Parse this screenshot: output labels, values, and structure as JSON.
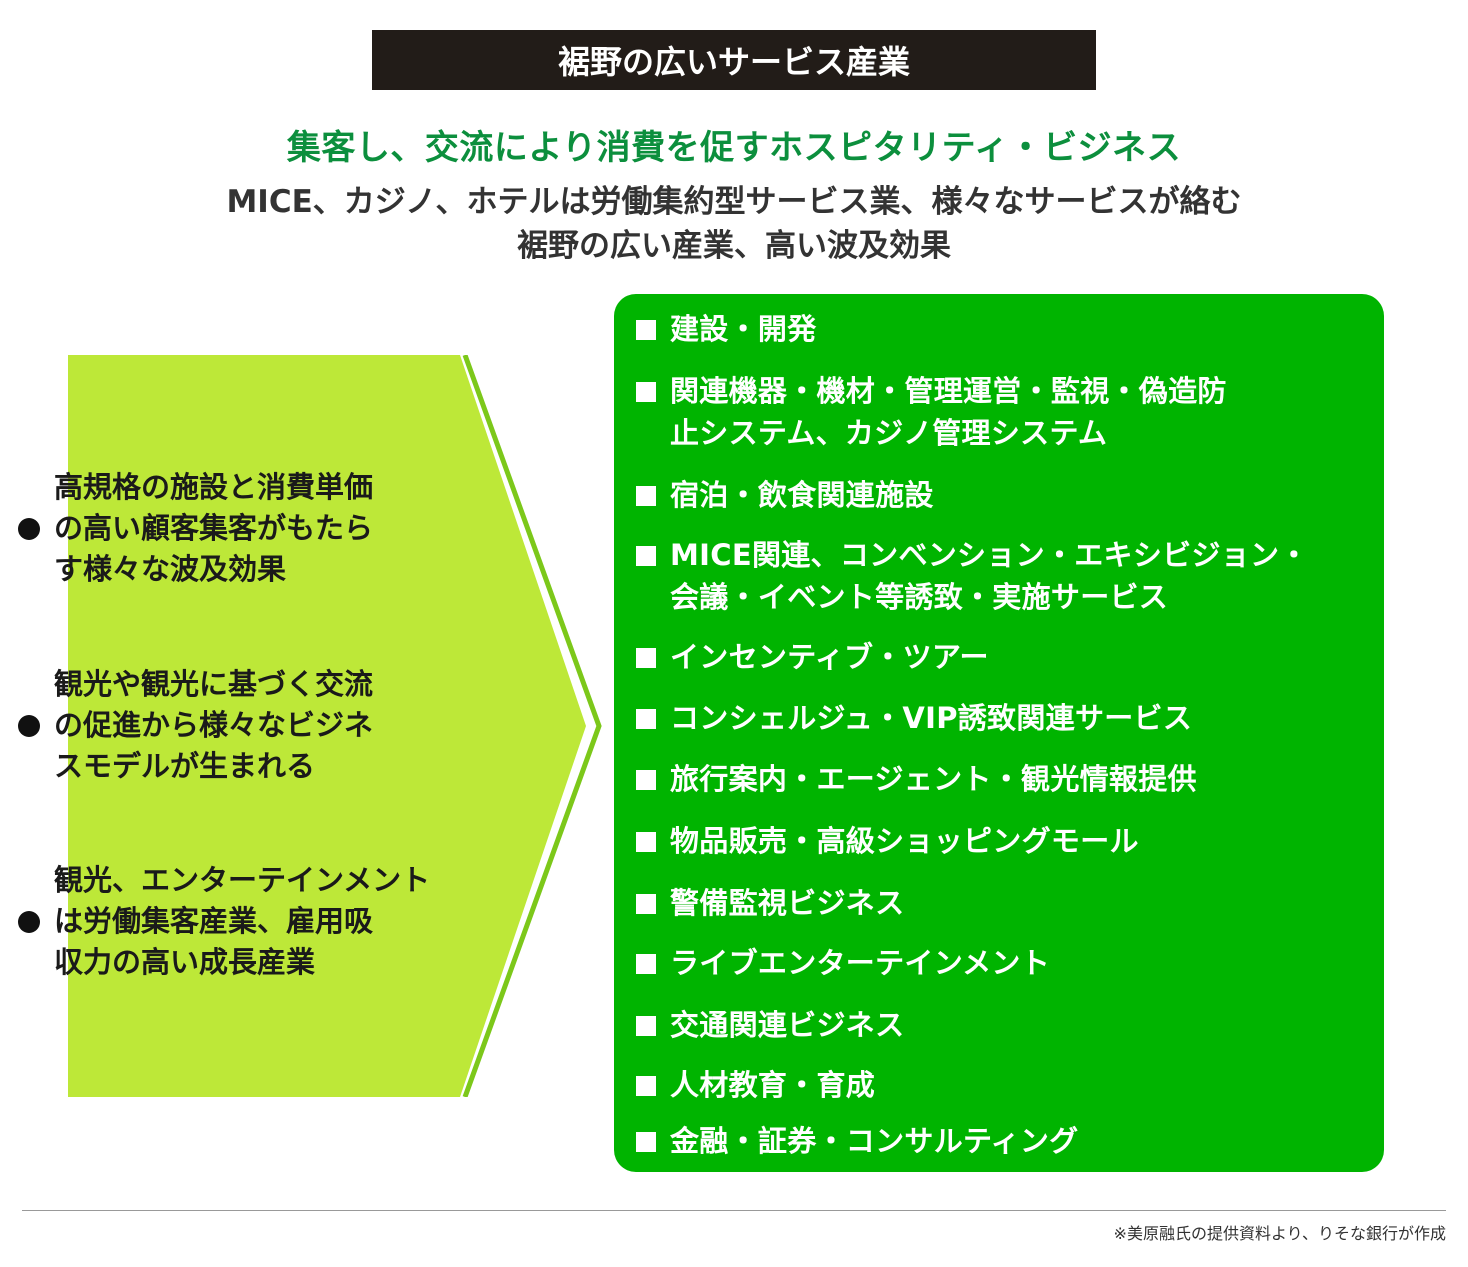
{
  "title": "裾野の広いサービス産業",
  "subtitle": "集客し、交流により消費を促すホスピタリティ・ビジネス",
  "description": [
    "MICE、カジノ、ホテルは労働集約型サービス業、様々なサービスが絡む",
    "裾野の広い産業、高い波及効果"
  ],
  "left_points": [
    "高規格の施設と消費単価\nの高い顧客集客がもたら\nす様々な波及効果",
    "観光や観光に基づく交流\nの促進から様々なビジネ\nスモデルが生まれる",
    "観光、エンターテインメント\nは労働集客産業、雇用吸\n収力の高い成長産業"
  ],
  "right_items": [
    "建設・開発",
    "関連機器・機材・管理運営・監視・偽造防\n止システム、カジノ管理システム",
    "宿泊・飲食関連施設",
    "MICE関連、コンベンション・エキシビジョン・\n会議・イベント等誘致・実施サービス",
    "インセンティブ・ツアー",
    "コンシェルジュ・VIP誘致関連サービス",
    "旅行案内・エージェント・観光情報提供",
    "物品販売・高級ショッピングモール",
    "警備監視ビジネス",
    "ライブエンターテインメント",
    "交通関連ビジネス",
    "人材教育・育成",
    "金融・証券・コンサルティング"
  ],
  "footer_note": "※美原融氏の提供資料より、りそな銀行が作成",
  "colors": {
    "title_bg": "#221c18",
    "subtitle": "#0c8f3d",
    "left_panel": "#bde838",
    "right_panel": "#00b400"
  }
}
